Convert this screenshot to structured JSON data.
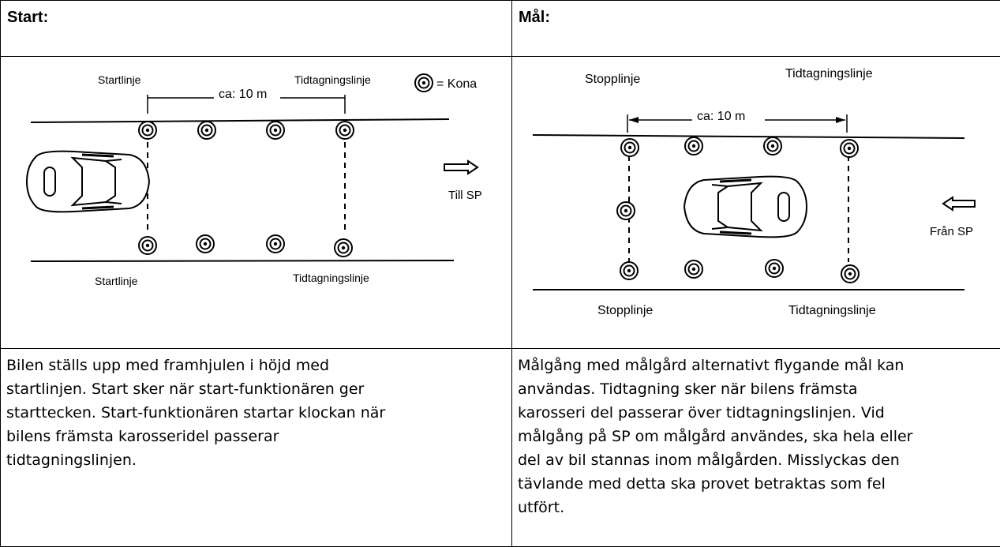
{
  "start": {
    "header": "Start:",
    "diagram": {
      "label_top_left": "Startlinje",
      "label_top_right": "Tidtagningslinje",
      "legend_text": "= Kona",
      "distance_label": "ca: 10 m",
      "direction_label": "Till SP",
      "label_bottom_left": "Startlinje",
      "label_bottom_right": "Tidtagningslinje"
    },
    "description_lines": [
      "Bilen ställs upp med framhjulen i höjd med",
      "startlinjen. Start sker när start-funktionären ger",
      "starttecken. Start-funktionären startar klockan när",
      "bilens främsta karosseridel passerar",
      "tidtagningslinjen."
    ]
  },
  "goal": {
    "header": "Mål:",
    "diagram": {
      "label_top_left": "Stopplinje",
      "label_top_right": "Tidtagningslinje",
      "distance_label": "ca: 10 m",
      "direction_label": "Från SP",
      "label_bottom_left": "Stopplinje",
      "label_bottom_right": "Tidtagningslinje"
    },
    "description_lines": [
      "Målgång med målgård alternativt flygande mål kan",
      "användas. Tidtagning sker när bilens främsta",
      "karosseri del passerar över tidtagningslinjen. Vid",
      "målgång på SP om målgård användes, ska hela eller",
      "del av bil stannas inom målgården. Misslyckas den",
      "tävlande med detta ska provet betraktas som fel",
      "utfört."
    ]
  }
}
